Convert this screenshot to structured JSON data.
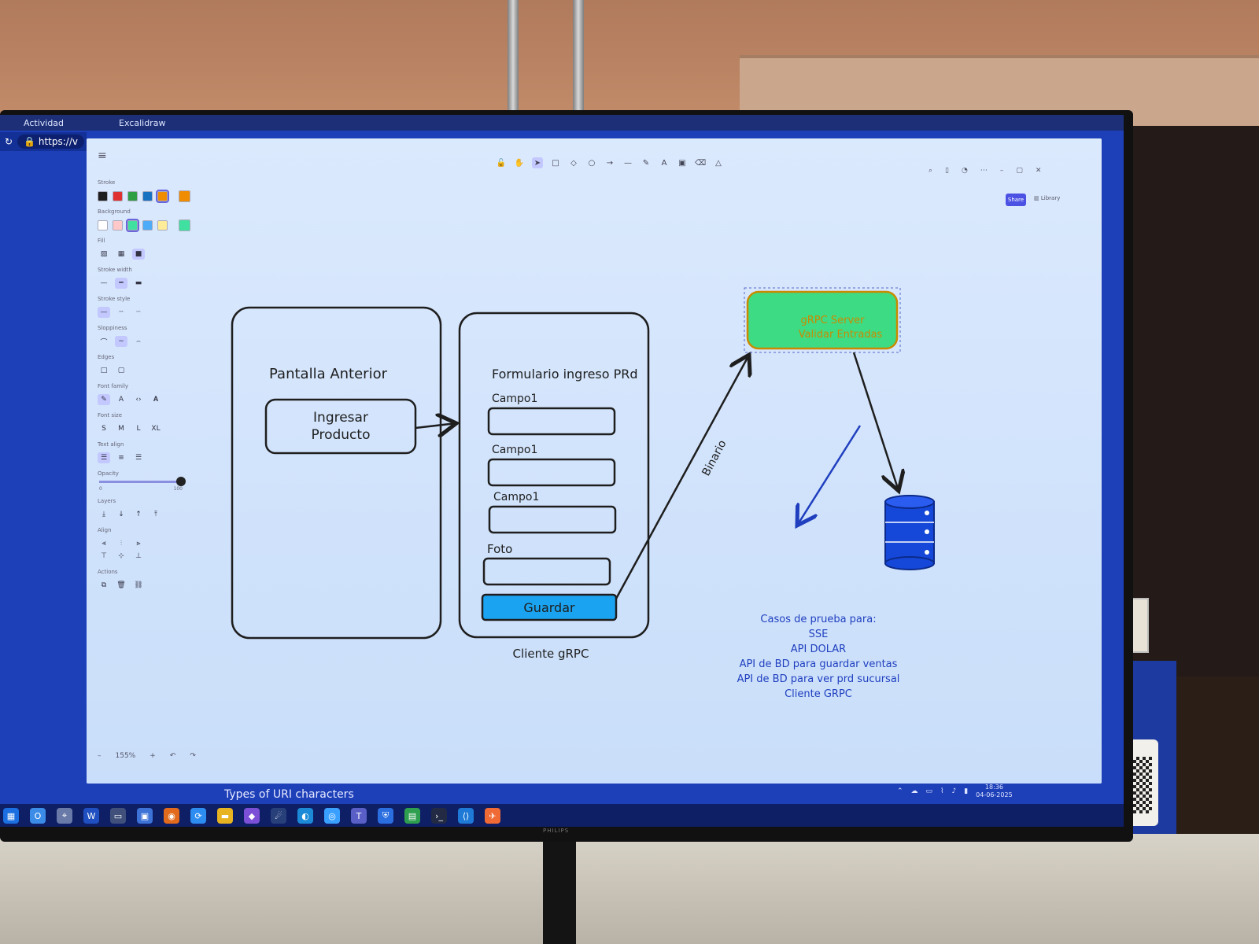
{
  "os": {
    "activities": "Actividad",
    "window_title": "Excalidraw",
    "address": "https://v",
    "taskbar_tip": "Types of URI characters",
    "clock_time": "18:36",
    "clock_date": "04-06-2025",
    "monitor_brand": "PHILIPS"
  },
  "panel": {
    "stroke": "Stroke",
    "background": "Background",
    "fill": "Fill",
    "stroke_width": "Stroke width",
    "stroke_style": "Stroke style",
    "sloppiness": "Sloppiness",
    "edges": "Edges",
    "font_family": "Font family",
    "font_size": "Font size",
    "font_sizes": [
      "S",
      "M",
      "L",
      "XL"
    ],
    "text_align": "Text align",
    "opacity": "Opacity",
    "opacity_min": "0",
    "opacity_max": "100",
    "opacity_value": 1.0,
    "layers": "Layers",
    "align": "Align",
    "actions": "Actions",
    "stroke_colors": [
      "#1e1e1e",
      "#e03131",
      "#2f9e44",
      "#1971c2",
      "#f08c00"
    ],
    "stroke_selected": "#f08c00",
    "bg_colors": [
      "#ffffff",
      "#ffc9c9",
      "#40e0a0",
      "#4dabf7",
      "#ffec99"
    ],
    "bg_selected": "#40e0a0"
  },
  "toolbar": {
    "share": "Share",
    "library": "Library"
  },
  "zoom": {
    "minus": "–",
    "level": "155%",
    "plus": "+"
  },
  "diagram": {
    "left_title": "Pantalla Anterior",
    "left_button_line1": "Ingresar",
    "left_button_line2": "Producto",
    "form_title": "Formulario ingreso PRd",
    "field1": "Campo1",
    "field2": "Campo1",
    "field3": "Campo1",
    "field4": "Foto",
    "save_button": "Guardar",
    "client_caption": "Cliente gRPC",
    "arrow_label": "Binario",
    "server_line1": "gRPC Server",
    "server_line2": "Validar Entradas",
    "notes": [
      "Casos de prueba para:",
      "SSE",
      "API DOLAR",
      "API de BD para guardar ventas",
      "API de BD para ver prd sucursal",
      "Cliente GRPC"
    ]
  },
  "colors": {
    "server_fill": "#3ddc84",
    "server_text": "#c98a00",
    "save_fill": "#1aa3f0",
    "note_text": "#1f3fbf",
    "db_fill": "#1547d8"
  }
}
